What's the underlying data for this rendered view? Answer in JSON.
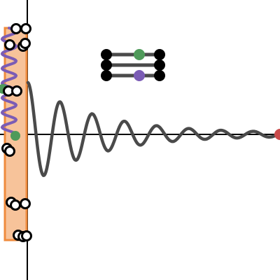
{
  "canvas": {
    "background": "#ffffff",
    "axis_color": "#000000"
  },
  "colors": {
    "orange_fill": "#f7c39a",
    "orange_stroke": "#ef8b3d",
    "purple": "#7b5cb5",
    "green": "#4f9a5a",
    "red": "#c94a4a",
    "curve": "#4a4a4a",
    "point_fill": "#ffffff",
    "point_stroke": "#000000"
  },
  "icons": {
    "legend": "legend-toggle-icon",
    "selection_region": "shaded-interval",
    "curve": "damped-oscillation-curve",
    "spring": "spring-coil-curve",
    "endpoint": "red-endpoint-handle",
    "origin_point": "green-origin-handle"
  },
  "controls": {
    "legend_rows": [
      {
        "name": "legend-row-green",
        "color": "green"
      },
      {
        "name": "legend-row-black",
        "color": "black"
      },
      {
        "name": "legend-row-purple",
        "color": "purple"
      }
    ]
  }
}
